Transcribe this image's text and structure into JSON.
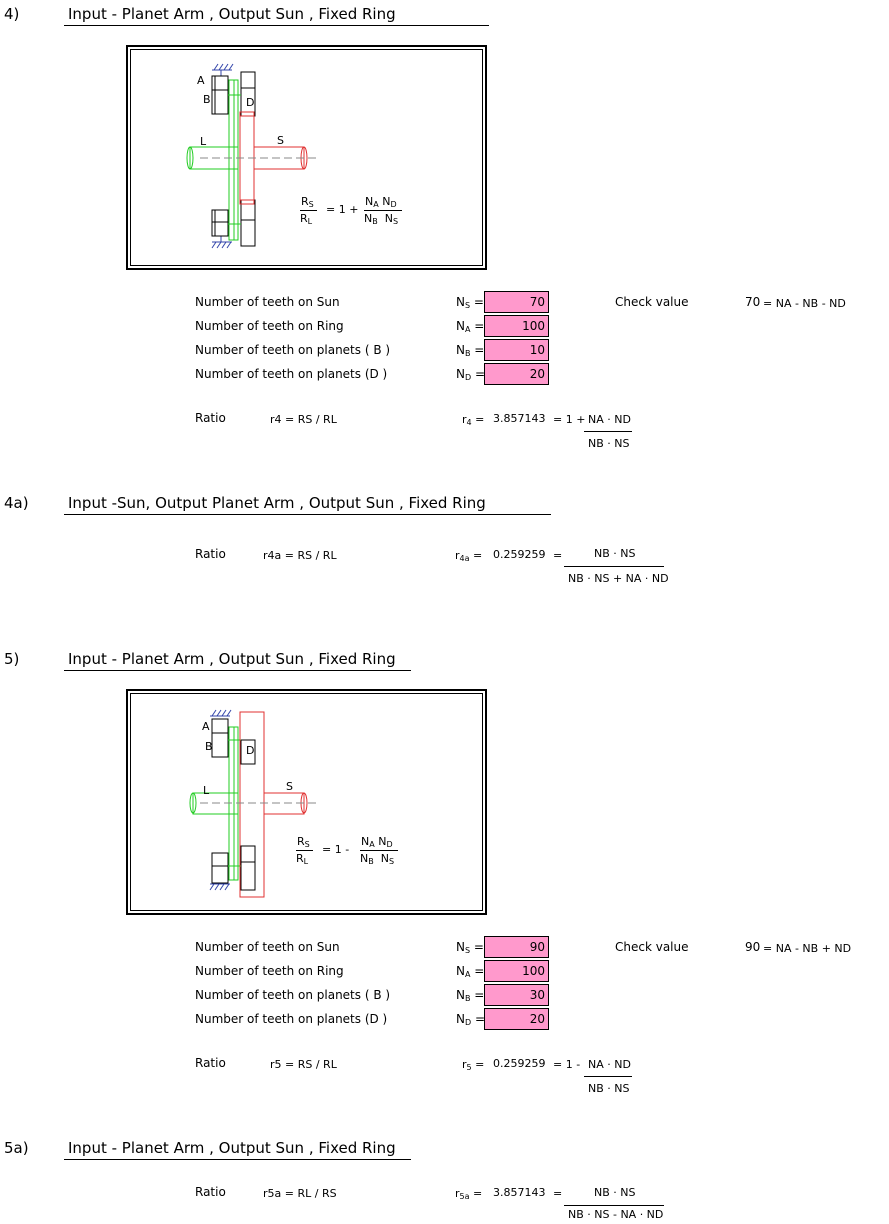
{
  "s4": {
    "num": "4)",
    "title": "Input - Planet Arm ,  Output Sun ,  Fixed Ring",
    "diagram": {
      "A": "A",
      "B": "B",
      "D": "D",
      "L": "L",
      "S": "S",
      "formula_op": "= 1 +"
    },
    "rows": [
      {
        "label": "Number of teeth on Sun",
        "sym": "N",
        "sub": "S",
        "value": "70"
      },
      {
        "label": "Number of teeth on Ring",
        "sym": "N",
        "sub": "A",
        "value": "100"
      },
      {
        "label": "Number of teeth on planets ( B )",
        "sym": "N",
        "sub": "B",
        "value": "10"
      },
      {
        "label": "Number of teeth on planets (D )",
        "sym": "N",
        "sub": "D",
        "value": "20"
      }
    ],
    "check_label": "Check value",
    "check_value": "70",
    "check_formula": "= NA - NB - ND",
    "ratio_label": "Ratio",
    "ratio_def": "r4 = RS / RL",
    "ratio_value": "3.857143",
    "ratio_prefix": "= 1 +",
    "ratio_num": "NA · ND",
    "ratio_den": "NB · NS"
  },
  "s4a": {
    "num": "4a)",
    "title": "Input -Sun, Output  Planet Arm ,  Output Sun ,  Fixed Ring",
    "ratio_label": "Ratio",
    "ratio_def": "r4a = RS / RL",
    "ratio_value": "0.259259",
    "ratio_prefix": "=",
    "ratio_num": "NB · NS",
    "ratio_den": "NB · NS + NA · ND"
  },
  "s5": {
    "num": "5)",
    "title": "Input - Planet Arm ,  Output Sun ,  Fixed Ring",
    "diagram": {
      "A": "A",
      "B": "B",
      "D": "D",
      "L": "L",
      "S": "S",
      "formula_op": "= 1 -"
    },
    "rows": [
      {
        "label": "Number of teeth on Sun",
        "sym": "N",
        "sub": "S",
        "value": "90"
      },
      {
        "label": "Number of teeth on Ring",
        "sym": "N",
        "sub": "A",
        "value": "100"
      },
      {
        "label": "Number of teeth on planets ( B )",
        "sym": "N",
        "sub": "B",
        "value": "30"
      },
      {
        "label": "Number of teeth on planets (D )",
        "sym": "N",
        "sub": "D",
        "value": "20"
      }
    ],
    "check_label": "Check value",
    "check_value": "90",
    "check_formula": "= NA - NB + ND",
    "ratio_label": "Ratio",
    "ratio_def": "r5 = RS / RL",
    "ratio_value": "0.259259",
    "ratio_prefix": "= 1 -",
    "ratio_num": "NA · ND",
    "ratio_den": "NB · NS"
  },
  "s5a": {
    "num": "5a)",
    "title": "Input - Planet Arm ,  Output Sun ,  Fixed Ring",
    "ratio_label": "Ratio",
    "ratio_def": "r5a = RL / RS",
    "ratio_value": "3.857143",
    "ratio_prefix": "=",
    "ratio_num": "NB · NS",
    "ratio_den": "NB · NS - NA · ND"
  }
}
